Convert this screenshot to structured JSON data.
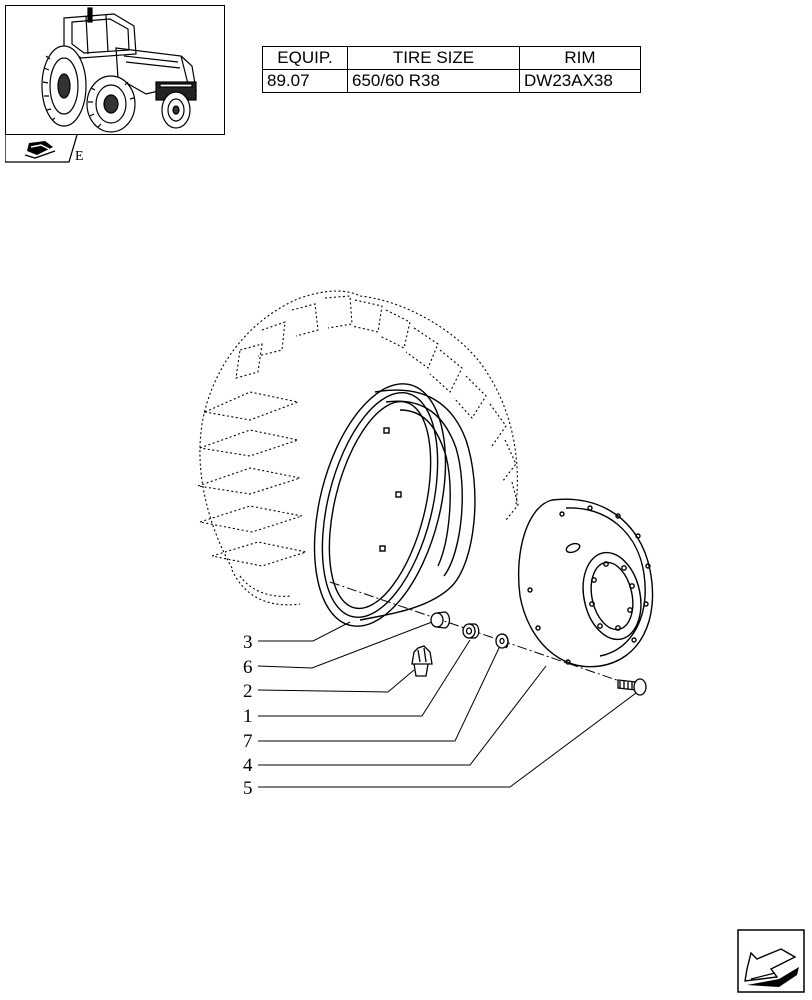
{
  "table": {
    "headers": [
      "EQUIP.",
      "TIRE SIZE",
      "RIM"
    ],
    "row": [
      "89.07",
      "650/60 R38",
      "DW23AX38"
    ]
  },
  "thumb_tab_letter": "E",
  "callouts": [
    {
      "id": "callout-3",
      "label": "3"
    },
    {
      "id": "callout-6",
      "label": "6"
    },
    {
      "id": "callout-2",
      "label": "2"
    },
    {
      "id": "callout-1",
      "label": "1"
    },
    {
      "id": "callout-7",
      "label": "7"
    },
    {
      "id": "callout-4",
      "label": "4"
    },
    {
      "id": "callout-5",
      "label": "5"
    }
  ],
  "icons": {
    "thumb_tab": "book-arrow-icon",
    "nav": "next-page-arrow-icon",
    "thumbnail": "tractor-thumbnail"
  }
}
